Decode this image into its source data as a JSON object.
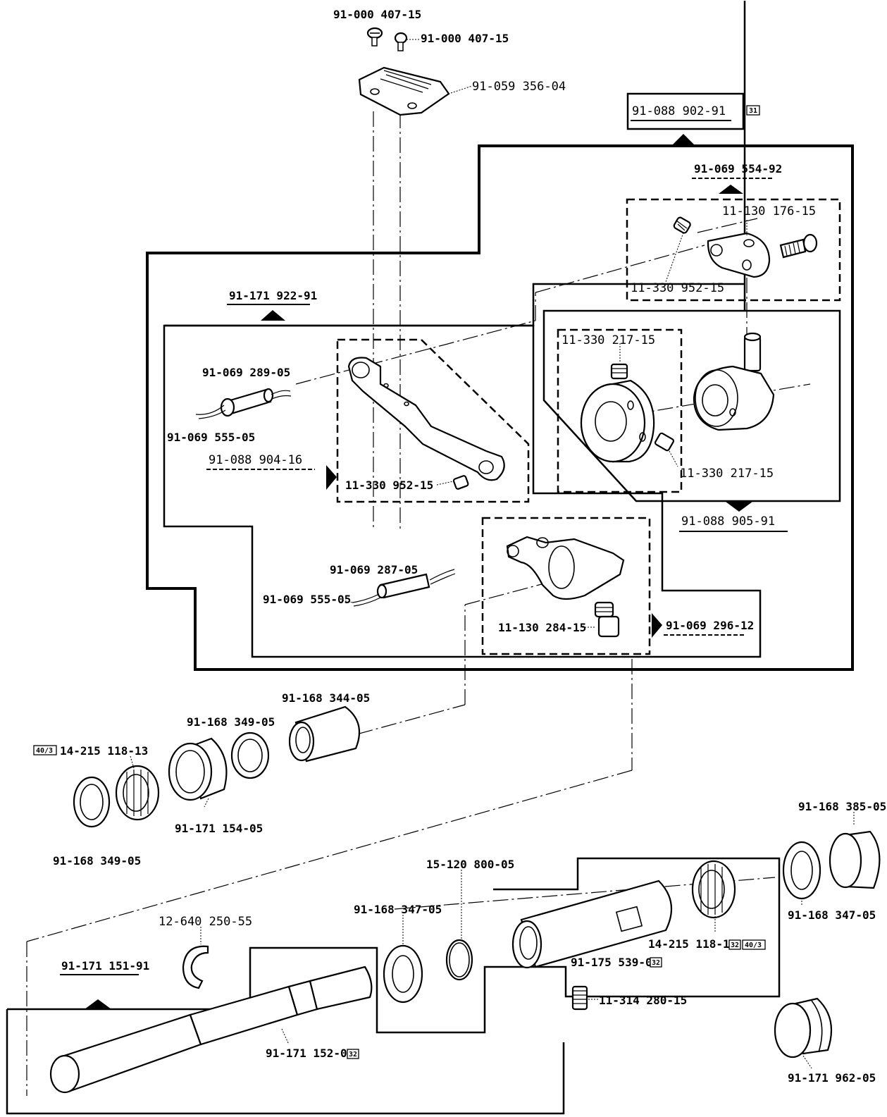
{
  "labels": {
    "screw_top_left": "91-000 407-15",
    "screw_top_right": "91-000 407-15",
    "throat_plate": "91-059 356-04",
    "group_main": "91-088 902-91",
    "group_main_badge": "31",
    "group_clamp": "91-069 554-92",
    "clamp_screw": "11-130 176-15",
    "clamp_set_screw": "11-330 952-15",
    "group_lever": "91-171 922-91",
    "lever_wick_holder": "91-069 289-05",
    "lever_wick": "91-069 555-05",
    "group_lever_sub": "91-088 904-16",
    "lever_set_screw": "11-330 952-15",
    "eccentric_screw_top": "11-330 217-15",
    "eccentric_screw_bottom": "11-330 217-15",
    "group_eccentric": "91-088 905-91",
    "crank_wick_holder": "91-069 287-05",
    "crank_wick": "91-069 555-05",
    "crank_screw": "11-130 284-15",
    "group_crank": "91-069 296-12",
    "bush_344": "91-168 344-05",
    "ring_349_top": "91-168 349-05",
    "bearing_upper": "14-215 118-13",
    "bearing_upper_badge": "40/3",
    "bush_154": "91-171 154-05",
    "ring_349_bottom": "91-168 349-05",
    "plug_385": "91-168 385-05",
    "ring_347_right": "91-168 347-05",
    "snap_ring": "15-120 800-05",
    "ring_347_mid": "91-168 347-05",
    "circlip": "12-640 250-55",
    "group_shaft": "91-171 151-91",
    "shaft": "91-171 152-05",
    "shaft_badge": "32",
    "sleeve": "91-175 539-05",
    "sleeve_badge": "32",
    "bearing_lower": "14-215 118-13",
    "bearing_lower_badge1": "32",
    "bearing_lower_badge2": "40/3",
    "set_screw_lower": "11-314 280-15",
    "plug_962": "91-171 962-05"
  }
}
